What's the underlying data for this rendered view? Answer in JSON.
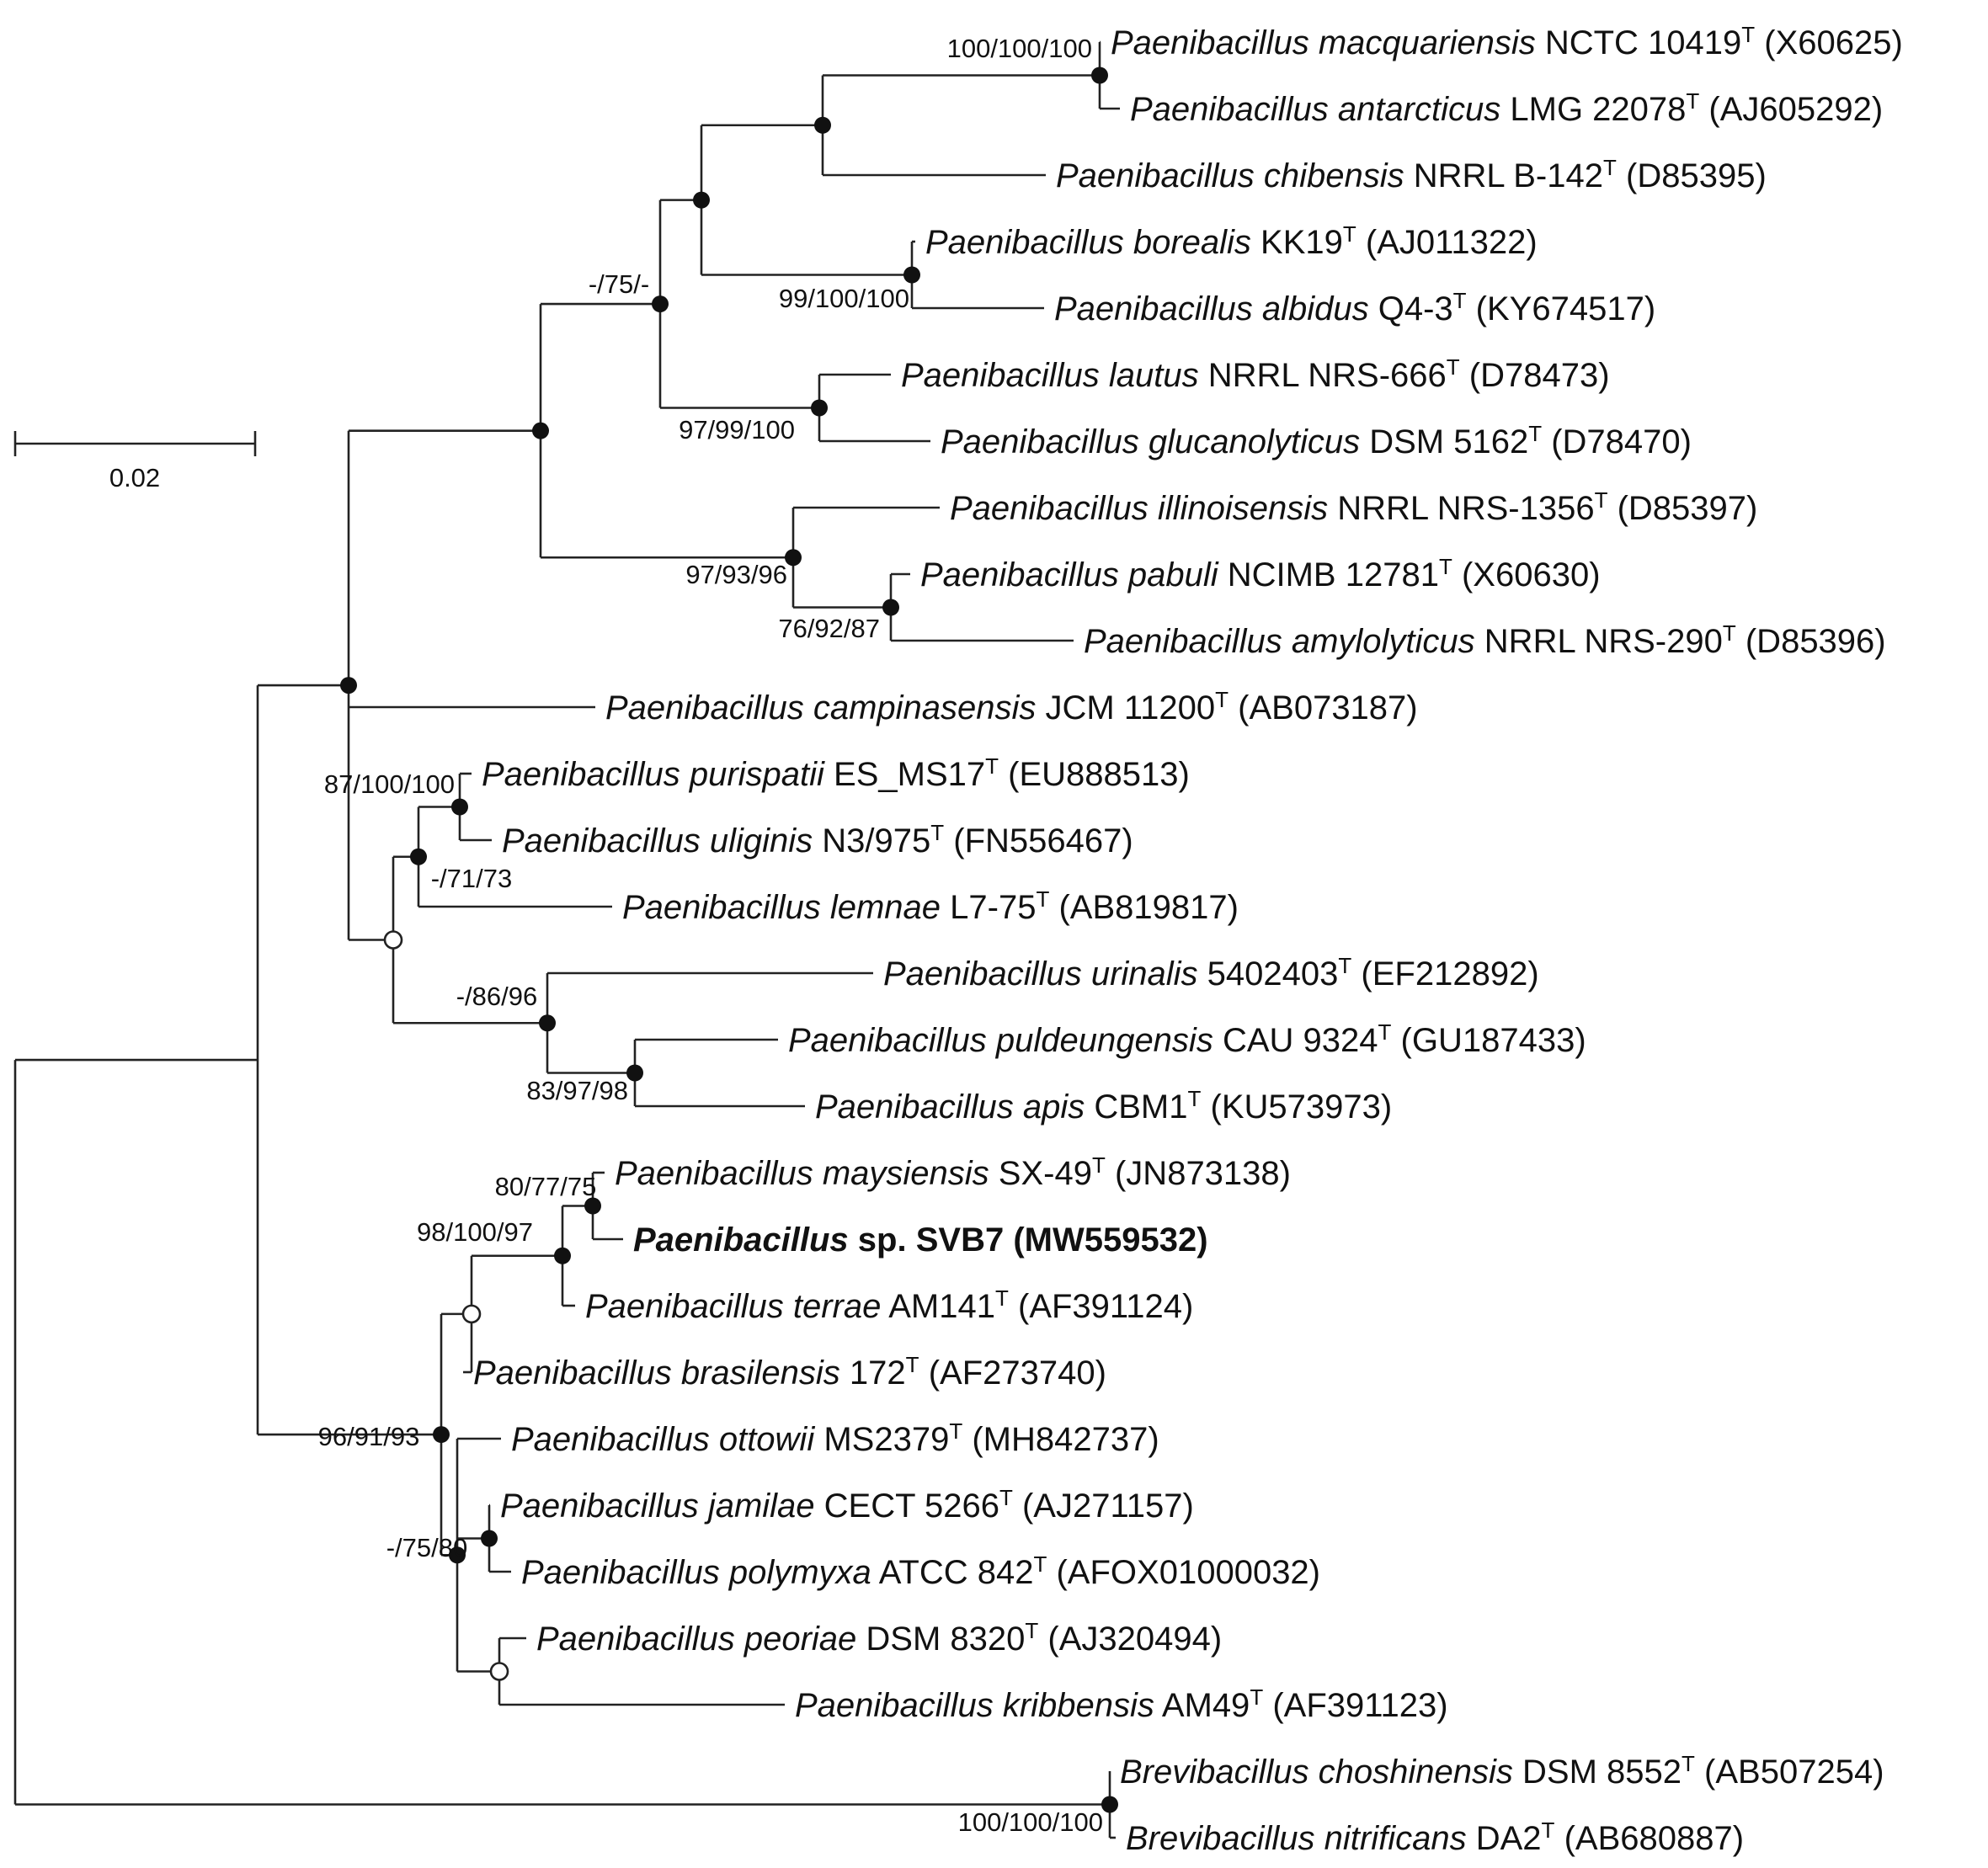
{
  "scale_bar": {
    "label": "0.02"
  },
  "nodes": [
    {
      "id": "n_mac_ant",
      "support": "100/100/100",
      "marker": "filled"
    },
    {
      "id": "n_chi",
      "support": "",
      "marker": "filled"
    },
    {
      "id": "n_bor_alb",
      "support": "99/100/100",
      "marker": "filled"
    },
    {
      "id": "n_upper",
      "support": "",
      "marker": "filled"
    },
    {
      "id": "n_laut_glu",
      "support": "97/99/100",
      "marker": "filled"
    },
    {
      "id": "n_775",
      "support": "-/75/-",
      "marker": "filled"
    },
    {
      "id": "n_pab_amy",
      "support": "76/92/87",
      "marker": "filled"
    },
    {
      "id": "n_ill",
      "support": "97/93/96",
      "marker": "filled"
    },
    {
      "id": "n_big",
      "support": "",
      "marker": "filled"
    },
    {
      "id": "n_pur_uli",
      "support": "87/100/100",
      "marker": "filled"
    },
    {
      "id": "n_lem",
      "support": "-/71/73",
      "marker": "filled"
    },
    {
      "id": "n_mid",
      "support": "",
      "marker": "open"
    },
    {
      "id": "n_pul_api",
      "support": "83/97/98",
      "marker": "filled"
    },
    {
      "id": "n_uri",
      "support": "-/86/96",
      "marker": "filled"
    },
    {
      "id": "n_top",
      "support": "",
      "marker": "filled"
    },
    {
      "id": "n_may_svb",
      "support": "80/77/75",
      "marker": "filled"
    },
    {
      "id": "n_ter",
      "support": "98/100/97",
      "marker": "filled"
    },
    {
      "id": "n_bra",
      "support": "",
      "marker": "open"
    },
    {
      "id": "n_jam_pol",
      "support": "",
      "marker": "filled"
    },
    {
      "id": "n_peo_kri",
      "support": "",
      "marker": "open"
    },
    {
      "id": "n_ott",
      "support": "-/75/80",
      "marker": "filled"
    },
    {
      "id": "n_poly",
      "support": "96/91/93",
      "marker": "filled"
    },
    {
      "id": "n_brevi",
      "support": "100/100/100",
      "marker": "filled"
    }
  ],
  "leaves": [
    {
      "genus": "Paenibacillus",
      "species": "macquariensis",
      "strain": "NCTC 10419",
      "type": "T",
      "accession": "(X60625)",
      "bold": false
    },
    {
      "genus": "Paenibacillus",
      "species": "antarcticus",
      "strain": "LMG 22078",
      "type": "T",
      "accession": "(AJ605292)",
      "bold": false
    },
    {
      "genus": "Paenibacillus",
      "species": "chibensis",
      "strain": "NRRL B-142",
      "type": "T",
      "accession": "(D85395)",
      "bold": false
    },
    {
      "genus": "Paenibacillus",
      "species": "borealis",
      "strain": "KK19",
      "type": "T",
      "accession": "(AJ011322)",
      "bold": false
    },
    {
      "genus": "Paenibacillus",
      "species": "albidus",
      "strain": " Q4-3",
      "type": "T",
      "accession": "(KY674517)",
      "bold": false
    },
    {
      "genus": "Paenibacillus",
      "species": "lautus",
      "strain": "NRRL NRS-666",
      "type": "T",
      "accession": "(D78473)",
      "bold": false
    },
    {
      "genus": "Paenibacillus",
      "species": "glucanolyticus",
      "strain": "DSM 5162",
      "type": "T",
      "accession": "(D78470)",
      "bold": false
    },
    {
      "genus": "Paenibacillus",
      "species": "illinoisensis",
      "strain": "NRRL NRS-1356",
      "type": "T",
      "accession": "(D85397)",
      "bold": false
    },
    {
      "genus": "Paenibacillus",
      "species": "pabuli",
      "strain": "NCIMB 12781",
      "type": "T",
      "accession": "(X60630)",
      "bold": false
    },
    {
      "genus": "Paenibacillus",
      "species": "amylolyticus",
      "strain": "NRRL NRS-290",
      "type": "T",
      "accession": "(D85396)",
      "bold": false
    },
    {
      "genus": "Paenibacillus",
      "species": "campinasensis",
      "strain": "JCM 11200",
      "type": "T",
      "accession": "(AB073187)",
      "bold": false
    },
    {
      "genus": "Paenibacillus",
      "species": "purispatii",
      "strain": "ES_MS17",
      "type": "T",
      "accession": "(EU888513)",
      "bold": false
    },
    {
      "genus": "Paenibacillus",
      "species": "uliginis",
      "strain": "N3/975",
      "type": "T",
      "accession": "(FN556467)",
      "bold": false
    },
    {
      "genus": "Paenibacillus",
      "species": "lemnae",
      "strain": "L7-75",
      "type": "T",
      "accession": "(AB819817)",
      "bold": false
    },
    {
      "genus": "Paenibacillus",
      "species": "urinalis",
      "strain": "5402403",
      "type": "T",
      "accession": "(EF212892)",
      "bold": false
    },
    {
      "genus": "Paenibacillus",
      "species": "puldeungensis",
      "strain": "CAU 9324",
      "type": "T",
      "accession": "(GU187433)",
      "bold": false
    },
    {
      "genus": "Paenibacillus",
      "species": "apis",
      "strain": "CBM1",
      "type": "T",
      "accession": "(KU573973)",
      "bold": false
    },
    {
      "genus": "Paenibacillus",
      "species": "maysiensis",
      "strain": "SX-49",
      "type": "T",
      "accession": "(JN873138)",
      "bold": false
    },
    {
      "genus": "Paenibacillus",
      "species": "sp.",
      "strain": "SVB7",
      "type": "",
      "accession": "(MW559532)",
      "bold": true
    },
    {
      "genus": "Paenibacillus",
      "species": "terrae",
      "strain": "AM141",
      "type": "T",
      "accession": "(AF391124)",
      "bold": false
    },
    {
      "genus": "Paenibacillus",
      "species": "brasilensis",
      "strain": "172",
      "type": "T",
      "accession": "(AF273740)",
      "bold": false
    },
    {
      "genus": "Paenibacillus",
      "species": "ottowii",
      "strain": "MS2379",
      "type": "T",
      "accession": "(MH842737)",
      "bold": false
    },
    {
      "genus": "Paenibacillus",
      "species": "jamilae",
      "strain": "CECT 5266",
      "type": "T",
      "accession": "(AJ271157)",
      "bold": false
    },
    {
      "genus": "Paenibacillus",
      "species": "polymyxa",
      "strain": "ATCC 842",
      "type": "T",
      "accession": "(AFOX01000032)",
      "bold": false
    },
    {
      "genus": "Paenibacillus",
      "species": "peoriae",
      "strain": "DSM 8320",
      "type": "T",
      "accession": "(AJ320494)",
      "bold": false
    },
    {
      "genus": "Paenibacillus",
      "species": "kribbensis",
      "strain": "AM49",
      "type": "T",
      "accession": "(AF391123)",
      "bold": false
    },
    {
      "genus": "Brevibacillus",
      "species": "choshinensis",
      "strain": "DSM 8552",
      "type": "T",
      "accession": "(AB507254)",
      "bold": false
    },
    {
      "genus": "Brevibacillus",
      "species": "nitrificans",
      "strain": "DA2",
      "type": "T",
      "accession": "(AB680887)",
      "bold": false
    }
  ]
}
